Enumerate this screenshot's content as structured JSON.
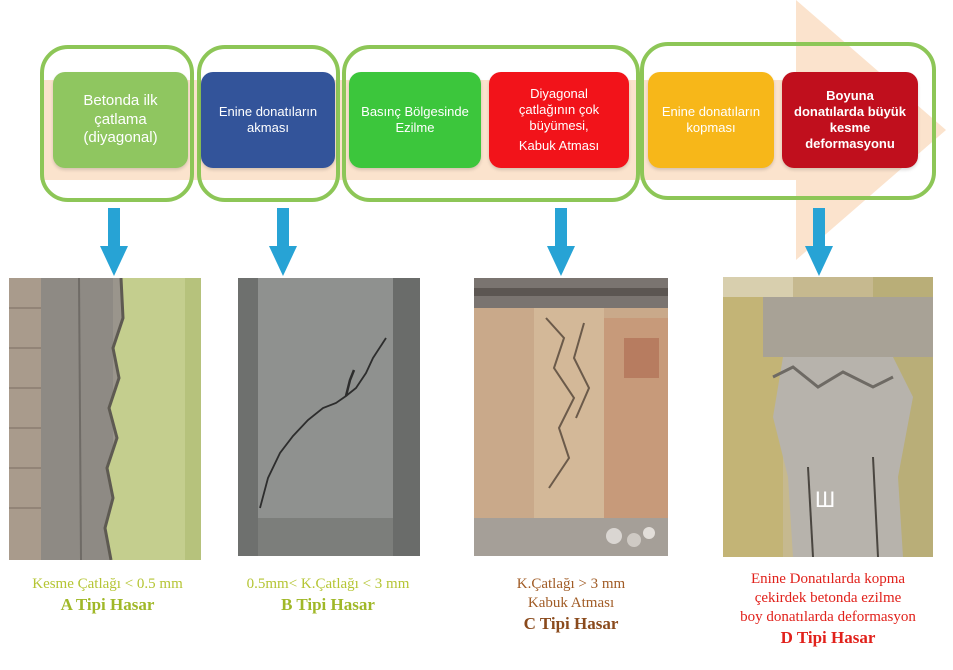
{
  "stages": [
    {
      "lines": [
        "Betonda ilk",
        "çatlama",
        "(diyagonal)"
      ],
      "color": "#8fc660"
    },
    {
      "lines": [
        "Enine donatıların",
        "akması"
      ],
      "color": "#33549a"
    },
    {
      "lines": [
        "Basınç Bölgesinde",
        "Ezilme"
      ],
      "color": "#3cc63c"
    },
    {
      "lines": [
        "Diyagonal",
        "çatlağının çok",
        "büyümesi,",
        "Kabuk Atması"
      ],
      "color": "#f2131a"
    },
    {
      "lines": [
        "Enine donatıların",
        "kopması"
      ],
      "color": "#f7b719"
    },
    {
      "lines": [
        "Boyuna",
        "donatılarda büyük",
        "kesme",
        "deformasyonu"
      ],
      "color": "#c00f1d"
    }
  ],
  "colors": {
    "group_border": "#8dc657",
    "arrow_band": "#fbe3cd",
    "down_arrow": "#27a3d5"
  },
  "captions": {
    "a": {
      "lines": [
        "Kesme Çatlağı < 0.5 mm"
      ],
      "type": "A Tipi Hasar"
    },
    "b": {
      "lines": [
        "0.5mm< K.Çatlağı < 3 mm"
      ],
      "type": "B Tipi Hasar"
    },
    "c": {
      "lines": [
        "K.Çatlağı > 3 mm",
        "Kabuk Atması"
      ],
      "type": "C Tipi Hasar"
    },
    "d": {
      "lines": [
        "Enine Donatılarda kopma",
        "çekirdek betonda ezilme",
        "boy donatılarda deformasyon"
      ],
      "type": "D Tipi Hasar"
    }
  }
}
